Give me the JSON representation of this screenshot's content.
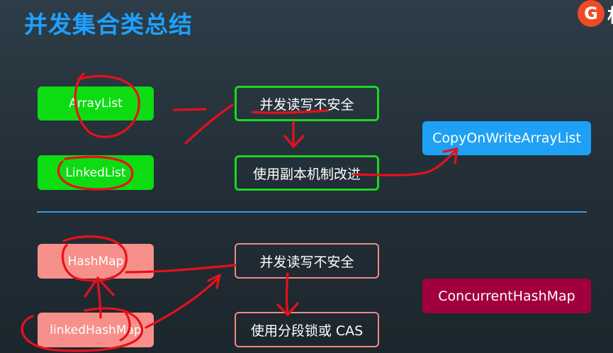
{
  "title": "并发集合类总结",
  "logo": {
    "icon": "G",
    "text": "林"
  },
  "list_section": {
    "arraylist": "ArrayList",
    "linkedlist": "LinkedList",
    "problem": "并发读写不安全",
    "solution": "使用副本机制改进",
    "result": "CopyOnWriteArrayList"
  },
  "map_section": {
    "hashmap": "HashMap",
    "linkedhashmap": "linkedHashMap",
    "problem": "并发读写不安全",
    "solution": "使用分段锁或 CAS",
    "result": "ConcurrentHashMap"
  },
  "colors": {
    "title": "#1ea0ff",
    "green": "#0ddc13",
    "blue": "#1ea1f5",
    "pink": "#f7908a",
    "maroon": "#a0003e",
    "annotation": "#e8101a"
  }
}
